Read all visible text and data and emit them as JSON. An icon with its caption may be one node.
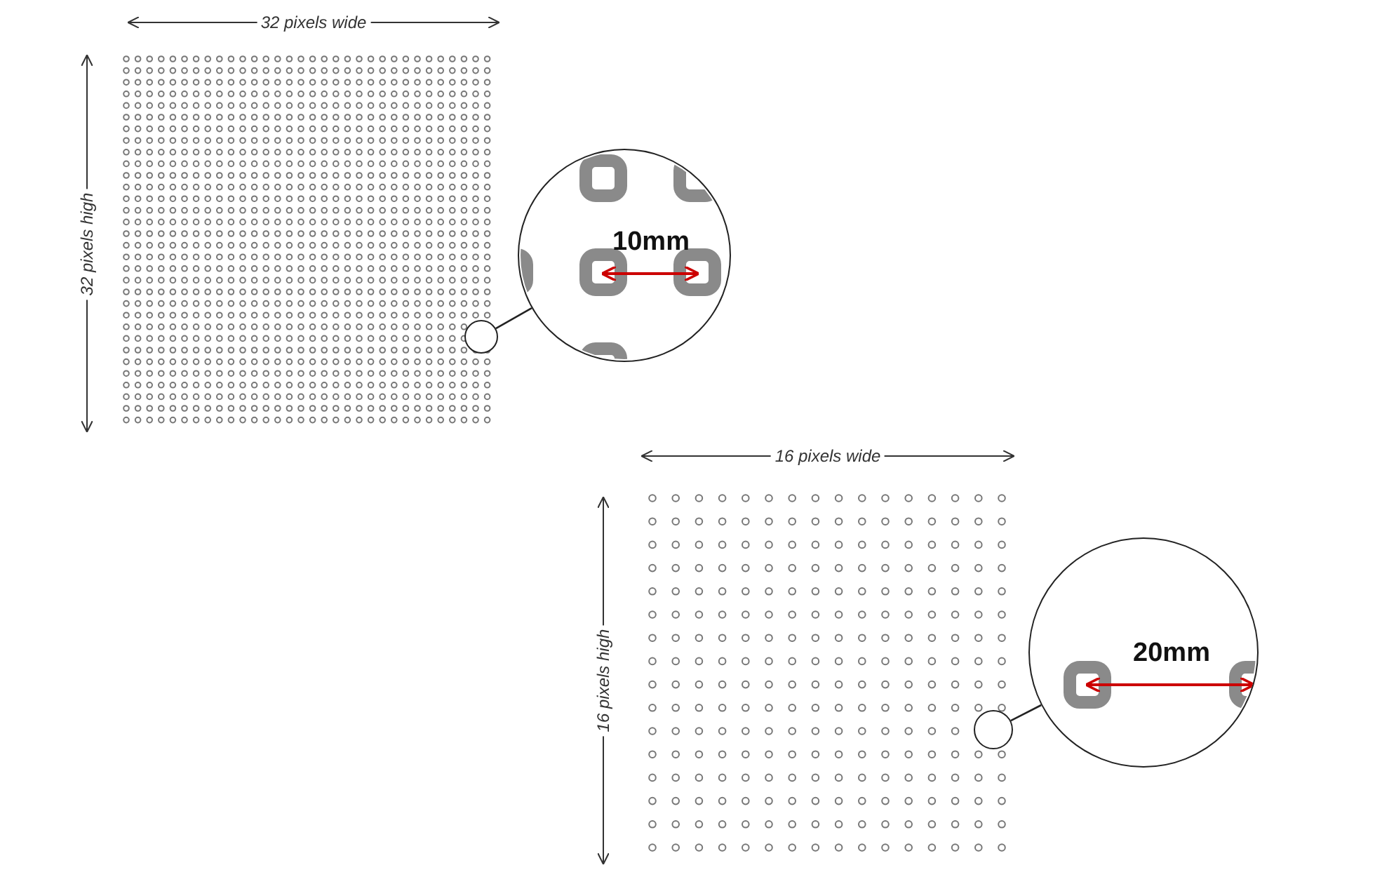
{
  "diagram": {
    "nodes": [
      {
        "text": [],
        "shape": "circle"
      },
      {
        "text": [
          "10mm"
        ]
      },
      {
        "text": [],
        "shape": "circle"
      },
      {
        "text": [
          "20mm"
        ]
      }
    ],
    "edges": [
      {
        "from": 0,
        "to": 1,
        "arrow": "none"
      },
      {
        "from": 2,
        "to": 3,
        "arrow": "none"
      }
    ],
    "labels": [
      "32 pixels wide",
      "32 pixels high",
      "16 pixels wide",
      "16 pixels high"
    ]
  }
}
